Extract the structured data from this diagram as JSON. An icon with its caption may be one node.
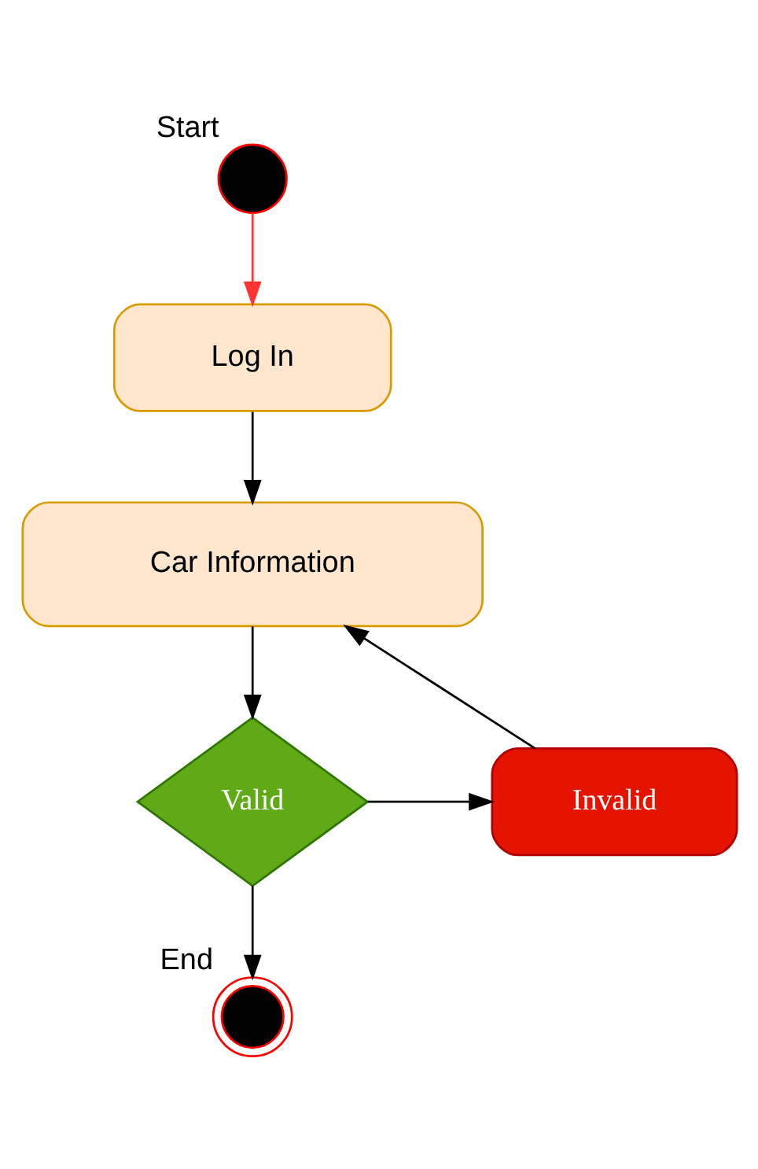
{
  "diagram": {
    "nodes": [
      {
        "text": [],
        "shape": "circle",
        "beside": [
          "Start"
        ]
      },
      {
        "text": [
          "Log In"
        ]
      },
      {
        "text": [
          "Car Information"
        ]
      },
      {
        "text": [
          "Valid"
        ]
      },
      {
        "text": [
          "Invalid"
        ]
      },
      {
        "text": [],
        "shape": "doublecircle",
        "beside": [
          "End"
        ]
      }
    ],
    "edges": [
      {
        "from": 0,
        "to": 1,
        "arrow": "to",
        "color": "#ff3333"
      },
      {
        "from": 1,
        "to": 2,
        "arrow": "to"
      },
      {
        "from": 2,
        "to": 3,
        "arrow": "to"
      },
      {
        "from": 3,
        "to": 4,
        "arrow": "to"
      },
      {
        "from": 4,
        "to": 2,
        "arrow": "to"
      },
      {
        "from": 3,
        "to": 5,
        "arrow": "to"
      }
    ]
  }
}
